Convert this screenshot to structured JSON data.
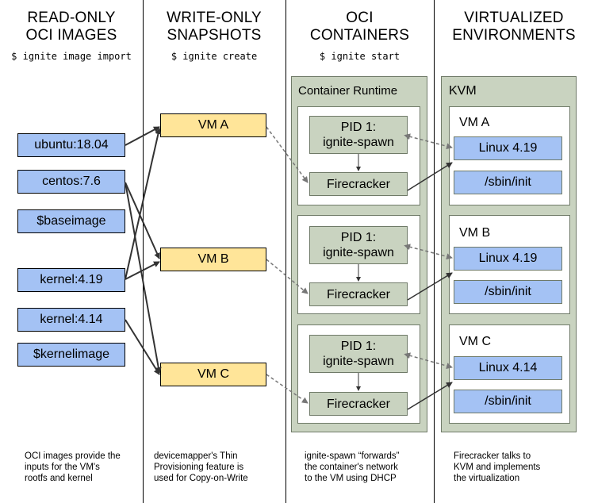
{
  "columns": [
    {
      "title_line1": "READ-ONLY",
      "title_line2": "OCI IMAGES",
      "command": "$ ignite image import"
    },
    {
      "title_line1": "WRITE-ONLY",
      "title_line2": "SNAPSHOTS",
      "command": "$ ignite create"
    },
    {
      "title_line1": "OCI",
      "title_line2": "CONTAINERS",
      "command": "$ ignite start"
    },
    {
      "title_line1": "VIRTUALIZED",
      "title_line2": "ENVIRONMENTS",
      "command": ""
    }
  ],
  "images": [
    "ubuntu:18.04",
    "centos:7.6",
    "$baseimage",
    "kernel:4.19",
    "kernel:4.14",
    "$kernelimage"
  ],
  "snapshots": [
    "VM A",
    "VM B",
    "VM C"
  ],
  "container_runtime": {
    "title": "Container Runtime",
    "containers": [
      {
        "pid_line1": "PID 1:",
        "pid_line2": "ignite-spawn",
        "vmm": "Firecracker"
      },
      {
        "pid_line1": "PID 1:",
        "pid_line2": "ignite-spawn",
        "vmm": "Firecracker"
      },
      {
        "pid_line1": "PID 1:",
        "pid_line2": "ignite-spawn",
        "vmm": "Firecracker"
      }
    ]
  },
  "kvm": {
    "title": "KVM",
    "vms": [
      {
        "name": "VM A",
        "kernel": "Linux 4.19",
        "init": "/sbin/init"
      },
      {
        "name": "VM B",
        "kernel": "Linux 4.19",
        "init": "/sbin/init"
      },
      {
        "name": "VM C",
        "kernel": "Linux 4.14",
        "init": "/sbin/init"
      }
    ]
  },
  "descriptions": [
    {
      "line1": "OCI images provide the",
      "line2": "inputs for the VM's",
      "line3": "rootfs and kernel"
    },
    {
      "line1": "devicemapper's Thin",
      "line2": "Provisioning feature is",
      "line3": "used for Copy-on-Write"
    },
    {
      "line1": "ignite-spawn “forwards”",
      "line2": "the container's network",
      "line3": "to the VM using DHCP"
    },
    {
      "line1": "Firecracker talks to",
      "line2": "KVM and implements",
      "line3": "the virtualization"
    }
  ],
  "colors": {
    "image_blue": "#a4c2f4",
    "snapshot_yellow": "#ffe599",
    "runtime_green": "#c9d3c0"
  }
}
